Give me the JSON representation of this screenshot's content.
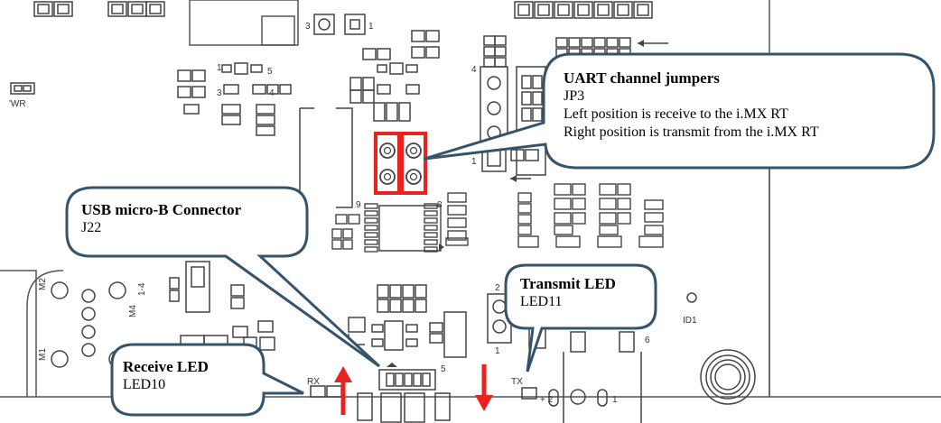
{
  "callouts": {
    "uart": {
      "title": "UART channel jumpers",
      "lines": [
        "JP3",
        "Left position is receive to the i.MX RT",
        "Right position is transmit from the i.MX RT"
      ]
    },
    "usb": {
      "title": "USB micro-B Connector",
      "lines": [
        "J22"
      ]
    },
    "transmit": {
      "title": "Transmit LED",
      "lines": [
        "LED11"
      ]
    },
    "receive": {
      "title": "Receive LED",
      "lines": [
        "LED10"
      ]
    }
  },
  "silkscreen": {
    "rx": "RX",
    "tx": "TX",
    "id1": "ID1",
    "pwr": "'WR",
    "m1": "M1",
    "m2": "M2",
    "m4": "M4",
    "range": "1-4"
  },
  "colors": {
    "jumper_highlight": "#e8231f",
    "arrow_red": "#e8231f",
    "callout_border": "#35536b",
    "pcb_line": "#555555"
  }
}
